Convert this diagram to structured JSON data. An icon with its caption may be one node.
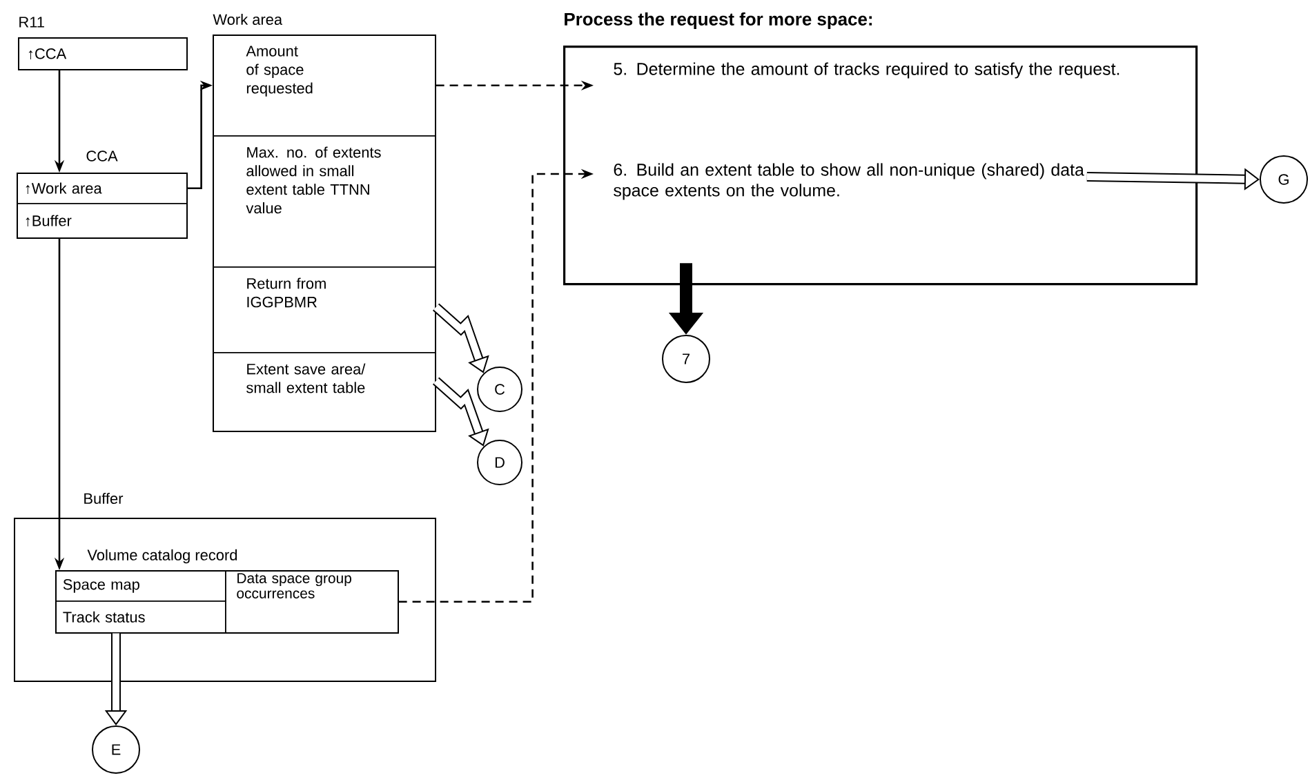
{
  "diagram": {
    "nodes": [
      {
        "text": [
          "R11",
          "↑CCA"
        ]
      },
      {
        "text": [
          "CCA"
        ]
      },
      {
        "text": [
          "↑Work area"
        ],
        "in": 1
      },
      {
        "text": [
          "↑Buffer"
        ],
        "in": 1
      },
      {
        "text": [
          "Work area"
        ]
      },
      {
        "text": [
          "Amount of space requested"
        ],
        "in": 4
      },
      {
        "text": [
          "Max. no. of extents allowed in small extent table TTNN value"
        ],
        "in": 4
      },
      {
        "text": [
          "Return from IGGPBMR"
        ],
        "in": 4
      },
      {
        "text": [
          "Extent save area/ small extent table"
        ],
        "in": 4
      },
      {
        "text": [
          "C"
        ]
      },
      {
        "text": [
          "D"
        ]
      },
      {
        "text": [
          "Buffer"
        ]
      },
      {
        "text": [
          "Volume catalog record"
        ],
        "in": 11
      },
      {
        "text": [
          "Space map"
        ],
        "in": 12
      },
      {
        "text": [
          "Track status"
        ],
        "in": 12
      },
      {
        "text": [
          "Data space group occurrences"
        ],
        "in": 12
      },
      {
        "text": [
          "E"
        ]
      },
      {
        "text": [
          "Process the request for more space:"
        ]
      },
      {
        "text": [
          "5. Determine the amount of tracks required to satisfy the request."
        ],
        "in": 17
      },
      {
        "text": [
          "6. Build an extent table to show all non-unique (shared) data space extents on the volume."
        ],
        "in": 17
      },
      {
        "text": [
          "7"
        ]
      },
      {
        "text": [
          "G"
        ]
      }
    ],
    "edges": [
      {
        "from": 0,
        "to": 1,
        "arrow": "to"
      },
      {
        "from": 2,
        "to": 5,
        "arrow": "to"
      },
      {
        "from": 3,
        "to": 12,
        "arrow": "to"
      },
      {
        "from": 5,
        "to": 18,
        "arrow": "to",
        "style": "dashed"
      },
      {
        "from": 15,
        "to": 19,
        "arrow": "to",
        "style": "dashed"
      },
      {
        "from": 7,
        "to": 9,
        "arrow": "to",
        "style": "thick"
      },
      {
        "from": 8,
        "to": 10,
        "arrow": "to",
        "style": "thick"
      },
      {
        "from": 14,
        "to": 16,
        "arrow": "to",
        "style": "thick"
      },
      {
        "from": 19,
        "to": 21,
        "arrow": "to",
        "style": "thick"
      },
      {
        "from": 17,
        "to": 20,
        "arrow": "to",
        "style": "thick"
      }
    ]
  }
}
